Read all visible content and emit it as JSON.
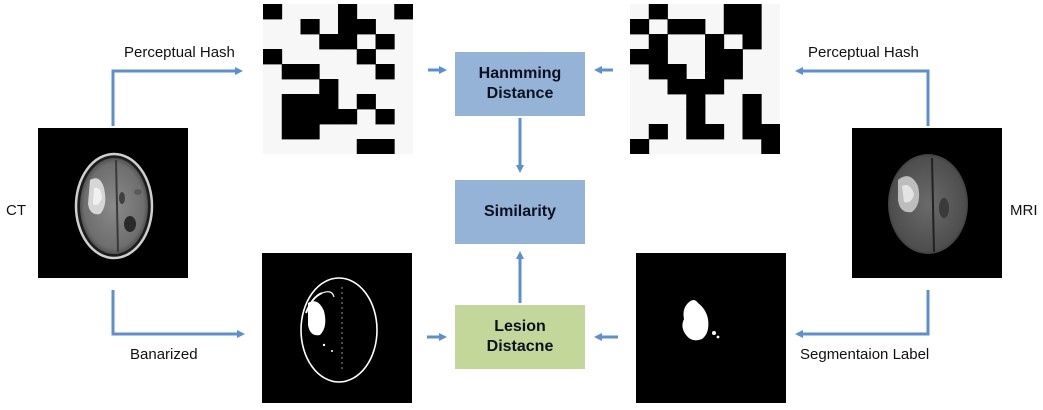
{
  "left_modality": "CT",
  "right_modality": "MRI",
  "labels": {
    "perceptual_hash_left": "Perceptual Hash",
    "perceptual_hash_right": "Perceptual Hash",
    "binarized": "Banarized",
    "segmentation_label": "Segmentaion Label"
  },
  "boxes": {
    "hamming": [
      "Hanmming",
      "Distance"
    ],
    "similarity": "Similarity",
    "lesion": [
      "Lesion",
      "Distacne"
    ]
  },
  "colors": {
    "arrow": "#5b8fd0",
    "box_blue": "#95b3d7",
    "box_green": "#c4d79b"
  },
  "hash_left": [
    [
      0,
      1,
      1,
      1,
      0,
      1,
      1,
      0
    ],
    [
      1,
      1,
      0,
      1,
      0,
      0,
      1,
      1
    ],
    [
      1,
      1,
      1,
      0,
      0,
      1,
      0,
      1
    ],
    [
      0,
      1,
      1,
      1,
      1,
      0,
      1,
      1
    ],
    [
      1,
      0,
      0,
      1,
      1,
      1,
      0,
      1
    ],
    [
      1,
      1,
      1,
      0,
      1,
      1,
      1,
      1
    ],
    [
      1,
      0,
      0,
      0,
      1,
      0,
      1,
      1
    ],
    [
      1,
      0,
      0,
      0,
      0,
      1,
      0,
      1
    ],
    [
      1,
      0,
      0,
      1,
      1,
      1,
      1,
      1
    ],
    [
      1,
      1,
      1,
      1,
      1,
      0,
      0,
      1
    ]
  ],
  "hash_right": [
    [
      1,
      0,
      1,
      1,
      1,
      0,
      0,
      1
    ],
    [
      0,
      1,
      0,
      0,
      1,
      0,
      0,
      1
    ],
    [
      1,
      0,
      1,
      1,
      0,
      1,
      0,
      1
    ],
    [
      0,
      0,
      1,
      1,
      0,
      0,
      1,
      1
    ],
    [
      1,
      0,
      0,
      1,
      0,
      0,
      1,
      1
    ],
    [
      1,
      1,
      0,
      0,
      0,
      1,
      1,
      1
    ],
    [
      1,
      1,
      1,
      0,
      1,
      1,
      0,
      1
    ],
    [
      1,
      1,
      1,
      0,
      1,
      1,
      0,
      1
    ],
    [
      1,
      0,
      1,
      0,
      0,
      1,
      0,
      0
    ],
    [
      0,
      1,
      1,
      1,
      1,
      1,
      1,
      0
    ]
  ]
}
